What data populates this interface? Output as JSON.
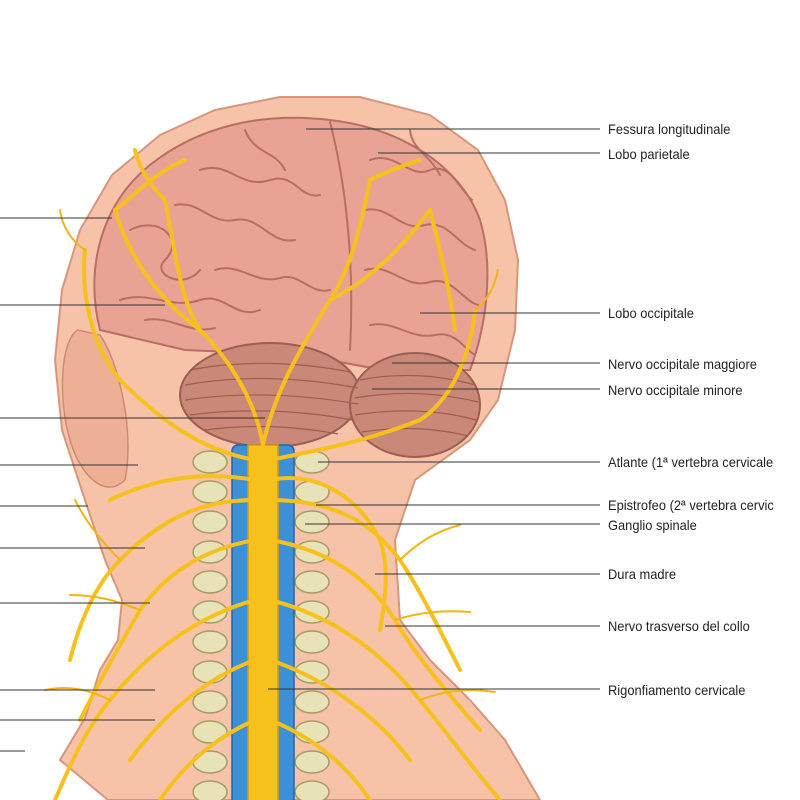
{
  "labels": {
    "right": [
      "Fessura longitudinale",
      "Lobo parietale",
      "Lobo occipitale",
      "Nervo occipitale maggiore",
      "Nervo occipitale minore",
      "Atlante (1ª vertebra cervicale",
      "Epistrofeo (2ª vertebra cervic",
      "Ganglio spinale",
      "Dura madre",
      "Nervo trasverso del collo",
      "Rigonfiamento cervicale"
    ]
  },
  "colors": {
    "skin": "#f6c2a8",
    "skin_edge": "#d9957c",
    "brain": "#e9a394",
    "brain_fold": "#b86f63",
    "cerebellum": "#c98878",
    "nerve": "#f7c11d",
    "nerve_edge": "#d99a06",
    "spine_blue": "#3d8fd6",
    "vertebra": "#e8e2b8",
    "leader_line": "#333333"
  }
}
